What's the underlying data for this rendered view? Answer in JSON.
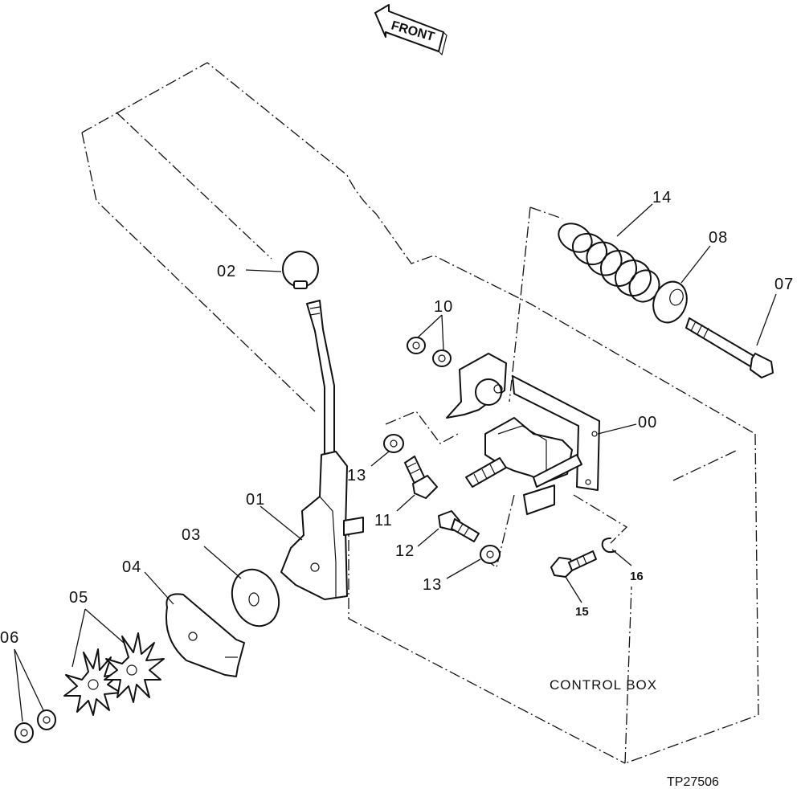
{
  "figure": {
    "front_label": "FRONT",
    "box_label": "CONTROL BOX",
    "figure_id": "TP27506"
  },
  "callouts": {
    "c00": "00",
    "c01": "01",
    "c02": "02",
    "c03": "03",
    "c04": "04",
    "c05": "05",
    "c06": "06",
    "c07": "07",
    "c08": "08",
    "c10": "10",
    "c11": "11",
    "c12": "12",
    "c13a": "13",
    "c13b": "13",
    "c14": "14",
    "c15": "15",
    "c16": "16"
  }
}
